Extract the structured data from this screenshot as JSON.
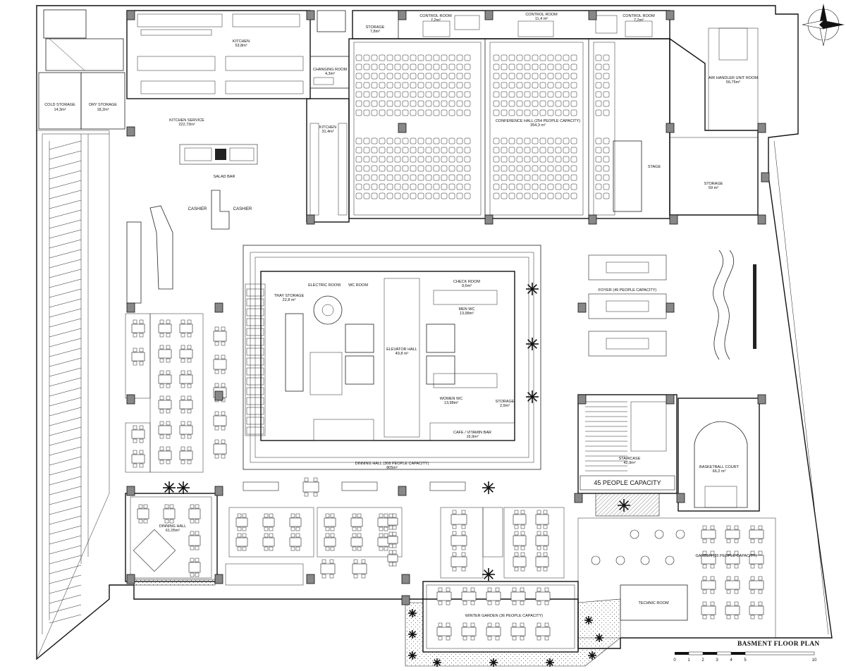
{
  "title": "BASMENT FLOOR PLAN",
  "scale_bar": {
    "ticks": [
      "0",
      "1",
      "2",
      "3",
      "4",
      "5",
      "10"
    ]
  },
  "rooms": {
    "cold_storage": {
      "name": "COLD STORAGE",
      "area": "14,3m²"
    },
    "dry_storage": {
      "name": "DRY STORAGE",
      "area": "18,2m²"
    },
    "kitchen_top": {
      "name": "KITCHEN",
      "area": "53,8m²"
    },
    "changing_room": {
      "name": "CHANGING ROOM",
      "area": "4,3m²"
    },
    "storage_top": {
      "name": "STORAGE",
      "area": "7,8m²"
    },
    "control_room_1": {
      "name": "CONTROL ROOM",
      "area": "7,2m²"
    },
    "control_room_2": {
      "name": "CONTROL ROOM",
      "area": "11,4 m²"
    },
    "control_room_3": {
      "name": "CONTROL ROOM",
      "area": "7,2m²"
    },
    "kitchen_service": {
      "name": "KITCHEN SERVICE",
      "area": "222,73m²"
    },
    "salad_bar": {
      "name": "SALAD BAR"
    },
    "kitchen_side": {
      "name": "KITCHEN",
      "area": "31,4m²"
    },
    "conference_hall": {
      "name": "CONFERENCE HALL  (254 PEOPLE CAPACITY)",
      "area": "354,3 m²"
    },
    "stage": {
      "name": "STAGE"
    },
    "air_handler": {
      "name": "AIR HANDLER UNIT ROOM",
      "area": "56,75m²"
    },
    "storage_right": {
      "name": "STORAGE",
      "area": "59 m²"
    },
    "cashier_1": {
      "name": "CASHIER"
    },
    "cashier_2": {
      "name": "CASHIER"
    },
    "tray_storage": {
      "name": "TRAY STORAGE",
      "area": "22,8 m²"
    },
    "electric_room": {
      "name": "ELECTRIC ROOM"
    },
    "wc_room": {
      "name": "WC ROOM"
    },
    "elevator_hall": {
      "name": "ELEVATOR HALL",
      "area": "49,8 m²"
    },
    "check_room": {
      "name": "CHECK ROOM",
      "area": "9,6m²"
    },
    "men_wc": {
      "name": "MEN WC",
      "area": "13,98m²"
    },
    "women_wc": {
      "name": "WOMEN WC",
      "area": "13,98m²"
    },
    "storage_mid": {
      "name": "STORAGE",
      "area": "2,9m²"
    },
    "cafe_bar": {
      "name": "CAFE / VITAMIN BAR",
      "area": "16,9m²"
    },
    "foyer": {
      "name": "FOYER  (49 PEOPLE CAPACITY)"
    },
    "dining_hall_main": {
      "name": "DINNING HALL  (308 PEOPLE CAPACITY)",
      "area": "805m²"
    },
    "staircase": {
      "name": "STAIRCASE",
      "area": "42,9m²"
    },
    "stair_capacity": {
      "name": "45 PEOPLE CAPACITY"
    },
    "basketball": {
      "name": "BASKETBALL COURT",
      "area": "66,2 m²"
    },
    "dining_hall_small": {
      "name": "DINNING HALL",
      "area": "61,05m²"
    },
    "garden": {
      "name": "GARDEN  (25 PEOPLE CAPACITY)"
    },
    "technic_room": {
      "name": "TECHNIC ROOM"
    },
    "winter_garden": {
      "name": "WINTER GARDEN  (36 PEOPLE CAPACITY)"
    }
  }
}
